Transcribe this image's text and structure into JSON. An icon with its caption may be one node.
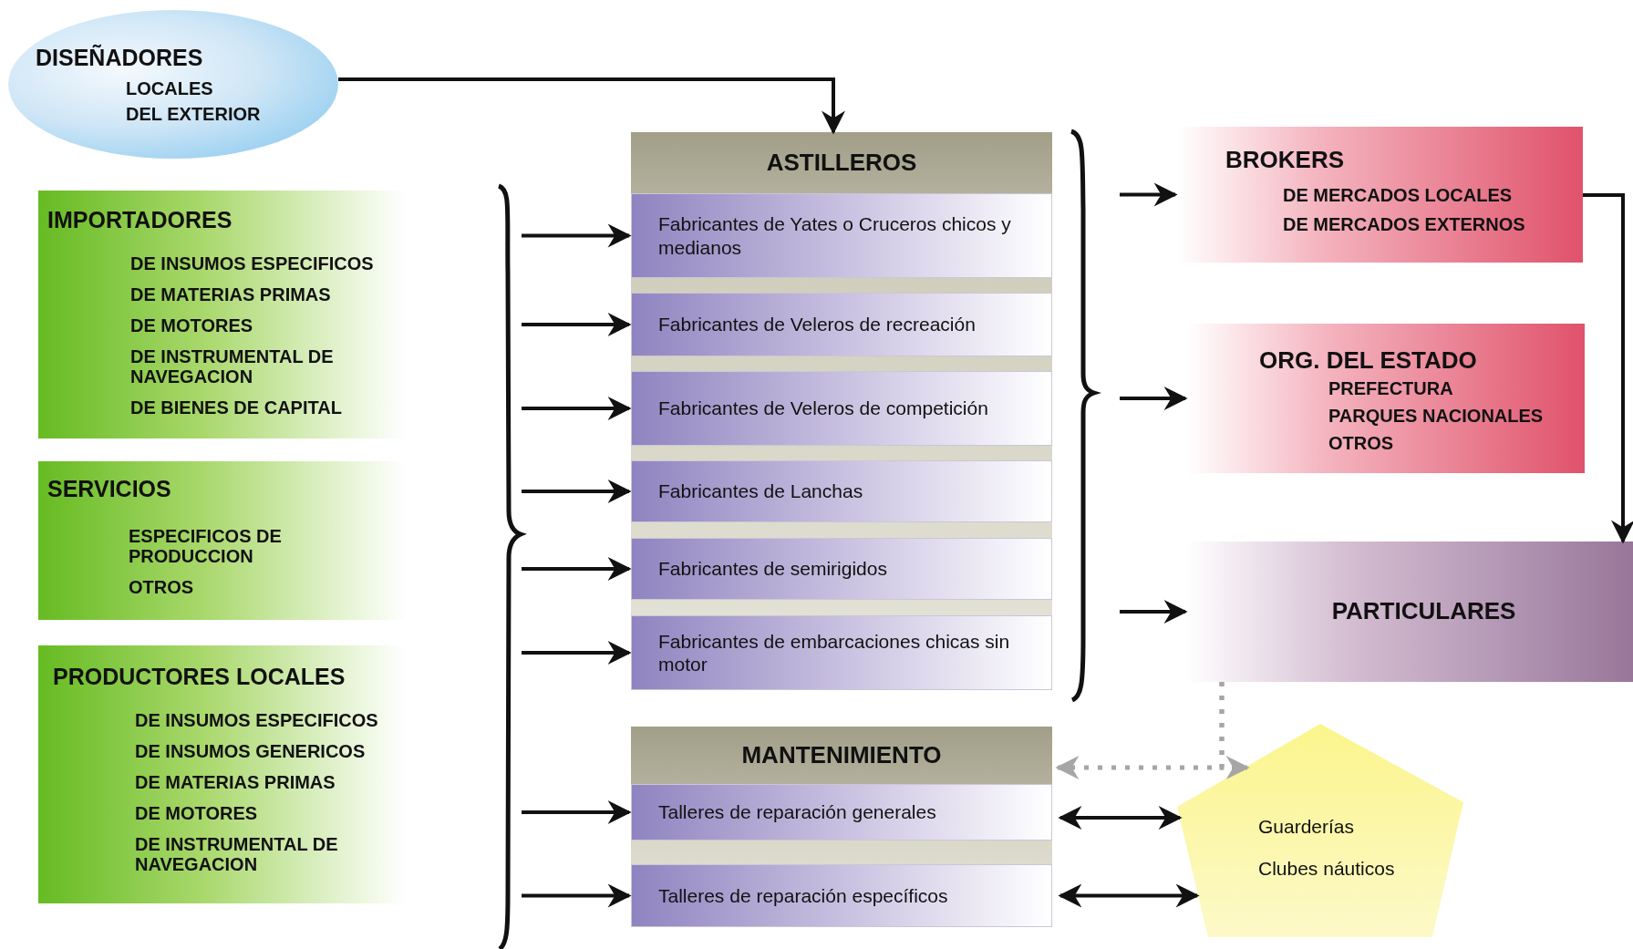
{
  "diagram": {
    "nodes": [
      {
        "text": [
          "DISEÑADORES",
          "LOCALES",
          "DEL EXTERIOR"
        ]
      },
      {
        "text": [
          "IMPORTADORES",
          "DE INSUMOS ESPECIFICOS",
          "DE MATERIAS PRIMAS",
          "DE MOTORES",
          "DE INSTRUMENTAL DE NAVEGACION",
          "DE BIENES DE CAPITAL"
        ]
      },
      {
        "text": [
          "SERVICIOS",
          "ESPECIFICOS DE PRODUCCION",
          "OTROS"
        ]
      },
      {
        "text": [
          "PRODUCTORES LOCALES",
          "DE INSUMOS ESPECIFICOS",
          "DE INSUMOS GENERICOS",
          "DE MATERIAS PRIMAS",
          "DE MOTORES",
          "DE INSTRUMENTAL DE NAVEGACION"
        ]
      },
      {
        "text": [
          "ASTILLEROS"
        ]
      },
      {
        "text": [
          "Fabricantes de Yates o Cruceros chicos y medianos"
        ],
        "in": 4
      },
      {
        "text": [
          "Fabricantes de Veleros de recreación"
        ],
        "in": 4
      },
      {
        "text": [
          "Fabricantes de Veleros de competición"
        ],
        "in": 4
      },
      {
        "text": [
          "Fabricantes de Lanchas"
        ],
        "in": 4
      },
      {
        "text": [
          "Fabricantes de semirigidos"
        ],
        "in": 4
      },
      {
        "text": [
          "Fabricantes de embarcaciones chicas sin motor"
        ],
        "in": 4
      },
      {
        "text": [
          "MANTENIMIENTO"
        ]
      },
      {
        "text": [
          "Talleres de reparación generales"
        ],
        "in": 11
      },
      {
        "text": [
          "Talleres de reparación específicos"
        ],
        "in": 11
      },
      {
        "text": [
          "BROKERS",
          "DE MERCADOS LOCALES",
          "DE MERCADOS EXTERNOS"
        ]
      },
      {
        "text": [
          "ORG. DEL ESTADO",
          "PREFECTURA",
          "PARQUES NACIONALES",
          "OTROS"
        ]
      },
      {
        "text": [
          "PARTICULARES"
        ]
      },
      {
        "text": [
          "Guarderías",
          "Clubes náuticos"
        ]
      }
    ],
    "edges": [
      {
        "from": 0,
        "to": 4,
        "arrow": "to"
      },
      {
        "from": null,
        "to": 5,
        "arrow": "to"
      },
      {
        "from": null,
        "to": 6,
        "arrow": "to"
      },
      {
        "from": null,
        "to": 7,
        "arrow": "to"
      },
      {
        "from": null,
        "to": 8,
        "arrow": "to"
      },
      {
        "from": null,
        "to": 9,
        "arrow": "to"
      },
      {
        "from": null,
        "to": 10,
        "arrow": "to"
      },
      {
        "from": null,
        "to": 12,
        "arrow": "to"
      },
      {
        "from": null,
        "to": 13,
        "arrow": "to"
      },
      {
        "from": null,
        "to": 14,
        "arrow": "to"
      },
      {
        "from": null,
        "to": 15,
        "arrow": "to"
      },
      {
        "from": null,
        "to": 16,
        "arrow": "to"
      },
      {
        "from": 14,
        "to": 16,
        "arrow": "to"
      },
      {
        "from": 16,
        "to": 11,
        "arrow": "to",
        "style": "dashed",
        "color": "#a6a6a6"
      },
      {
        "from": 16,
        "to": 17,
        "arrow": "to",
        "style": "dashed",
        "color": "#a6a6a6"
      },
      {
        "from": 12,
        "to": 17,
        "arrow": "both"
      },
      {
        "from": 13,
        "to": 17,
        "arrow": "both"
      }
    ]
  }
}
